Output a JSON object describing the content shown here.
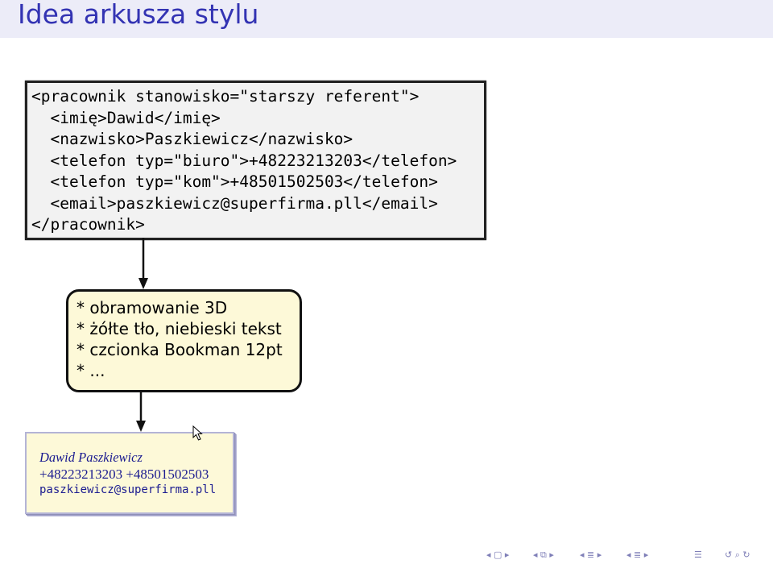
{
  "slide": {
    "title": "Idea arkusza stylu"
  },
  "xml_source": {
    "lines": [
      "<pracownik stanowisko=\"starszy referent\">",
      "  <imię>Dawid</imię>",
      "  <nazwisko>Paszkiewicz</nazwisko>",
      "  <telefon typ=\"biuro\">+48223213203</telefon>",
      "  <telefon typ=\"kom\">+48501502503</telefon>",
      "  <email>paszkiewicz@superfirma.pll</email>",
      "</pracownik>"
    ]
  },
  "stylesheet": {
    "lines": [
      "* obramowanie 3D",
      "* żółte tło, niebieski tekst",
      "* czcionka Bookman 12pt",
      "* ..."
    ]
  },
  "rendered_card": {
    "name": "Dawid Paszkiewicz",
    "phones": "+48223213203 +48501502503",
    "email": "paszkiewicz@superfirma.pll"
  },
  "colors": {
    "title": "#3333b3",
    "title_bar": "#ececf8",
    "card_background": "#fdf9d8",
    "card_text": "#1a1a90"
  },
  "navigation": {
    "icons": [
      "nav-first-icon",
      "nav-prev-frame-icon",
      "nav-prev-section-icon",
      "nav-next-section-icon",
      "nav-prev-subsection-icon",
      "nav-next-subsection-icon",
      "nav-search-icon"
    ]
  }
}
